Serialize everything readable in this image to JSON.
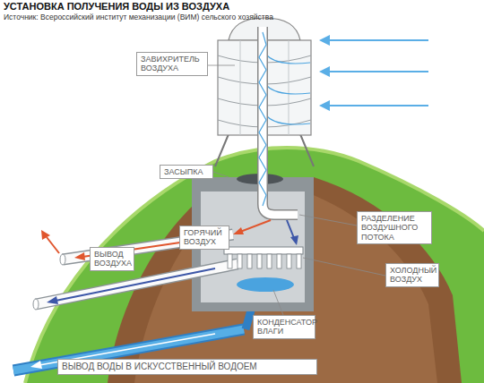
{
  "diagram": {
    "title": "УСТАНОВКА ПОЛУЧЕНИЯ ВОДЫ ИЗ ВОЗДУХА",
    "caption": "Источник: Всероссийский институт механизации (ВИМ) сельского хозяйства",
    "nodes": [
      {
        "text": [
          "ЗАВИХРИТЕЛЬ ВОЗДУХА"
        ]
      },
      {
        "text": [
          "ЗАСЫПКА"
        ]
      },
      {
        "text": [
          "РАЗДЕЛЕНИЕ ВОЗДУШНОГО ПОТОКА"
        ]
      },
      {
        "text": [
          "ГОРЯЧИЙ ВОЗДУХ"
        ]
      },
      {
        "text": [
          "ВЫВОД ВОЗДУХА"
        ]
      },
      {
        "text": [
          "ХОЛОДНЫЙ ВОЗДУХ"
        ]
      },
      {
        "text": [
          "КОНДЕНСАТОР ВЛАГИ"
        ]
      },
      {
        "text": [
          "ВЫВОД ВОДЫ В ИСКУССТВЕННЫЙ ВОДОЕМ"
        ]
      }
    ]
  }
}
